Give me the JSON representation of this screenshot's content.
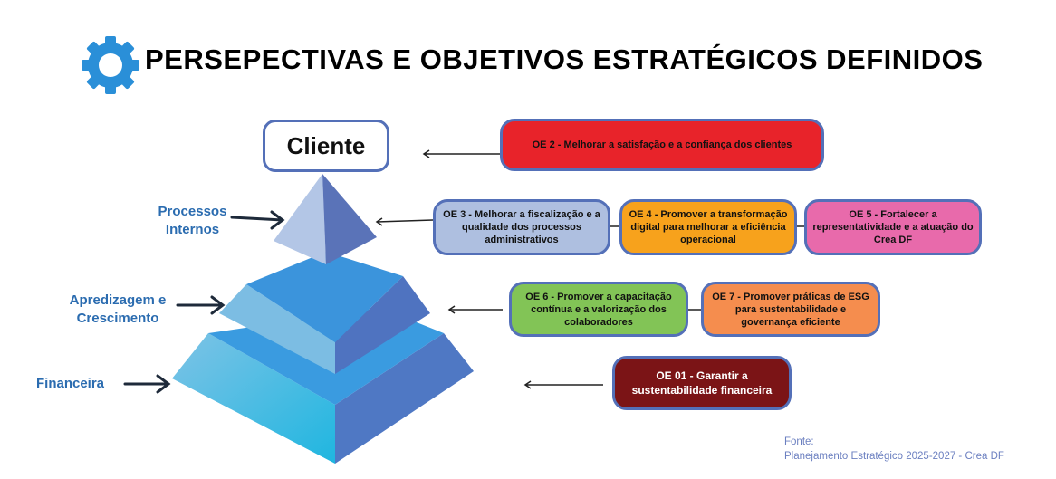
{
  "title": "PERSEPECTIVAS E OBJETIVOS ESTRATÉGICOS DEFINIDOS",
  "perspectives": {
    "cliente": "Cliente",
    "processos": "Processos Internos",
    "aprendizagem": "Apredizagem e Crescimento",
    "financeira": "Financeira"
  },
  "objectives": {
    "oe2": "OE 2 - Melhorar a satisfação e a confiança dos clientes",
    "oe3": "OE 3 - Melhorar a fiscalização e a qualidade dos processos administrativos",
    "oe4": "OE 4 - Promover a transformação digital para melhorar a eficiência operacional",
    "oe5": "OE 5 - Fortalecer a representatividade e a atuação do Crea DF",
    "oe6": "OE 6 - Promover a capacitação contínua e a valorização dos colaboradores",
    "oe7": "OE 7 - Promover práticas de ESG para sustentabilidade e governança eficiente",
    "oe1": "OE 01 - Garantir a sustentabilidade financeira"
  },
  "colors": {
    "oe2": "#e8232a",
    "oe3": "#aebfe0",
    "oe4": "#f7a21c",
    "oe5": "#e86aab",
    "oe6": "#82c456",
    "oe7": "#f58d4e",
    "oe1": "#7b1416"
  },
  "source": {
    "label": "Fonte:",
    "text": "Planejamento Estratégico 2025-2027 - Crea DF"
  }
}
